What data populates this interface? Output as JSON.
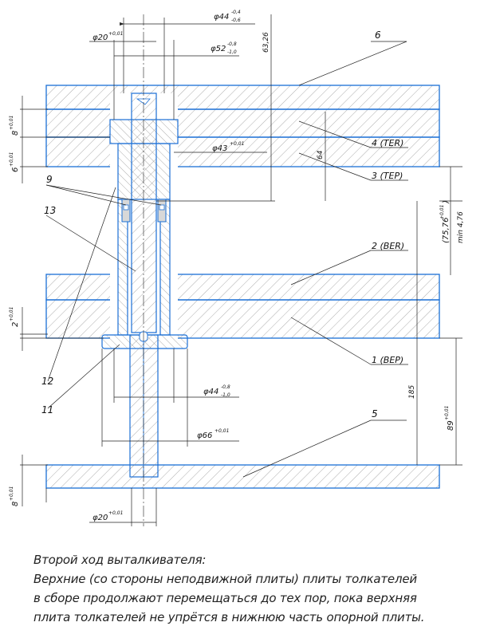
{
  "dimensions": {
    "d44_top": {
      "base": "φ44",
      "upper": "-0,4",
      "lower": "-0,6"
    },
    "d20_top": {
      "base": "φ20",
      "upper": "+0,01",
      "lower": ""
    },
    "d52": {
      "base": "φ52",
      "upper": "-0,8",
      "lower": "-1,0"
    },
    "d6326": {
      "base": "63,26",
      "upper": "",
      "lower": ""
    },
    "d8_left": {
      "base": "8",
      "upper": "+0,01",
      "lower": ""
    },
    "d6_left": {
      "base": "6",
      "upper": "+0,01",
      "lower": ""
    },
    "d43": {
      "base": "φ43",
      "upper": "+0,01",
      "lower": ""
    },
    "d64": {
      "base": "64",
      "upper": "",
      "lower": ""
    },
    "d7576": {
      "base": "(75,76",
      "upper": "+0,01",
      "lower": ")"
    },
    "dmin": {
      "base": "min 4,76",
      "upper": "",
      "lower": ""
    },
    "d2_left": {
      "base": "2",
      "upper": "+0,01",
      "lower": ""
    },
    "d44_bot": {
      "base": "φ44",
      "upper": "-0,8",
      "lower": "-1,0"
    },
    "d185": {
      "base": "185",
      "upper": "",
      "lower": ""
    },
    "d89": {
      "base": "89",
      "upper": "+0,01",
      "lower": ""
    },
    "d66": {
      "base": "φ66",
      "upper": "+0,01",
      "lower": ""
    },
    "d8_bottom": {
      "base": "8",
      "upper": "+0,01",
      "lower": ""
    },
    "d20_bot": {
      "base": "φ20",
      "upper": "+0,01",
      "lower": ""
    }
  },
  "callouts": {
    "c6": "6",
    "c4": "4 (TER)",
    "c3": "3 (TEP)",
    "c2": "2 (BER)",
    "c1": "1 (BEP)",
    "c5": "5",
    "c9": "9",
    "c13": "13",
    "c12": "12",
    "c11": "11"
  },
  "caption": {
    "line1": "Второй ход выталкивателя:",
    "line2": " Верхние (со стороны неподвижной плиты) плиты толкателей",
    "line3": "в сборе продолжают перемещаться до тех пор, пока верхняя",
    "line4": "плита толкателей не упрётся в нижнюю часть опорной плиты."
  },
  "colors": {
    "part_outline": "#1a6fd6",
    "dimension_line": "#222222",
    "hatch": "#8a8a8a"
  }
}
